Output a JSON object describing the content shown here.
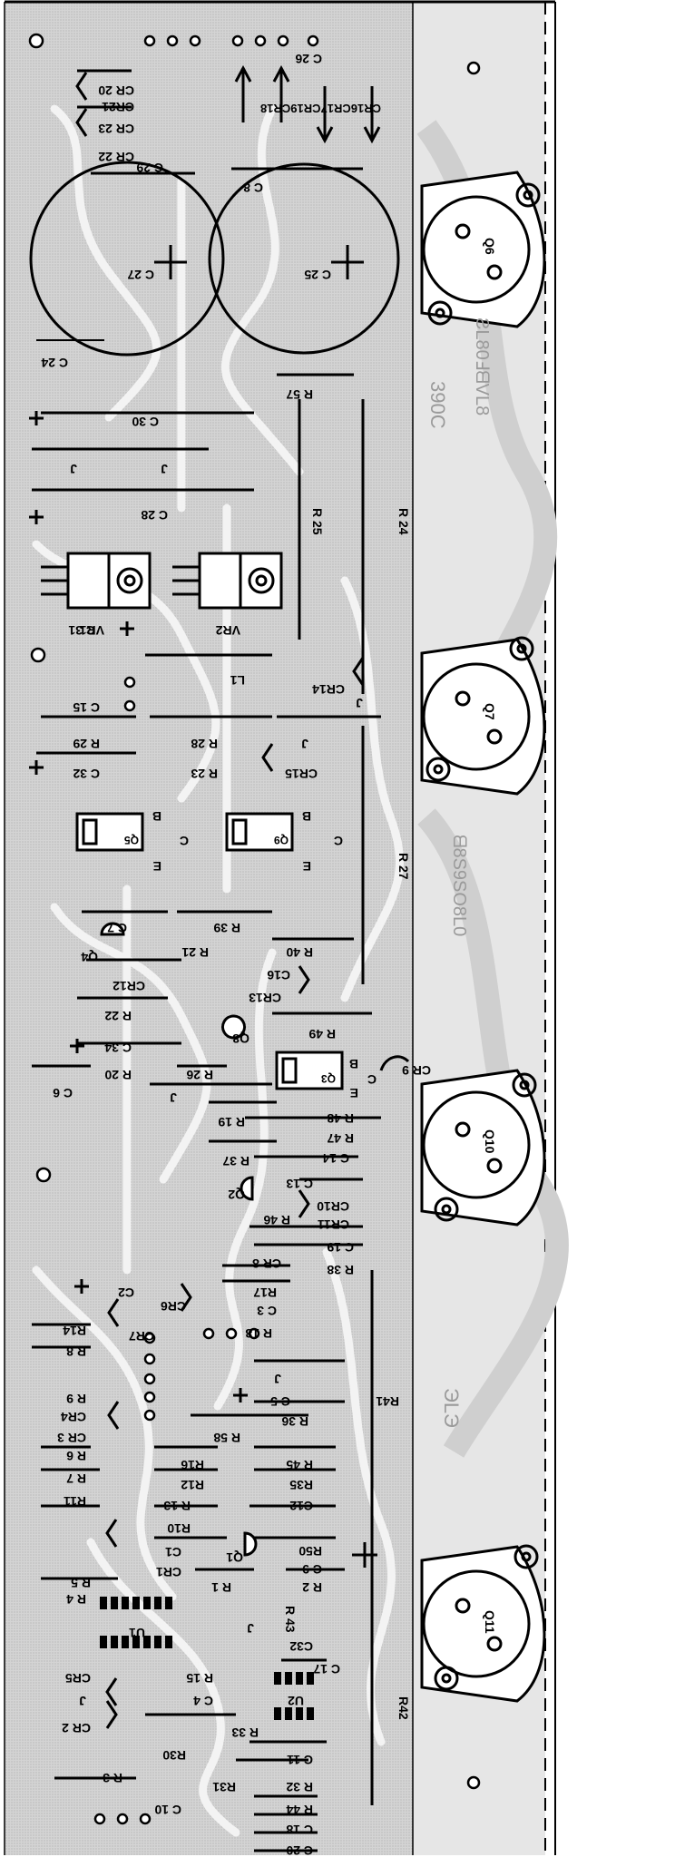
{
  "board": {
    "labels": {
      "c26": "C 26",
      "c20_top": "CR 20",
      "cr21": "CR21",
      "cr23": "CR 23",
      "cr22": "CR 22",
      "cr16cr17cr19cr18": "CR16CR17CR19CR18",
      "c29": "C 29",
      "c8": "C 8",
      "c27": "C 27",
      "c25": "C 25",
      "c24": "C 24",
      "r57": "R 57",
      "c30": "C 30",
      "j1": "J",
      "j2": "J",
      "c28": "C 28",
      "r25": "R 25",
      "r24": "R 24",
      "vr1": "VR1",
      "vr2": "VR2",
      "c31": "C 31",
      "l1": "L1",
      "cr14": "CR14",
      "j3": "J",
      "c15": "C 15",
      "r29": "R 29",
      "r28": "R 28",
      "j4": "J",
      "c32": "C 32",
      "r23": "R 23",
      "cr15": "CR15",
      "q5": "Q5",
      "q6box": "Q9",
      "b1": "B",
      "b2": "B",
      "e1": "E",
      "e2": "E",
      "c_lead1": "C",
      "c_lead2": "C",
      "r27": "R 27",
      "c7": "C 7",
      "r39": "R 39",
      "q4": "Q4",
      "r21": "R 21",
      "r40": "R 40",
      "cr12": "CR12",
      "c16": "C16",
      "cr13": "CR13",
      "r22": "R 22",
      "q8": "Q8",
      "r49": "R 49",
      "c34": "C 34",
      "q3": "Q3",
      "b3": "B",
      "c3lead": "C",
      "cr9": "CR 9",
      "e3": "E",
      "r20": "R 20",
      "r26": "R 26",
      "c6": "C 6",
      "j5": "J",
      "r19": "R 19",
      "r48": "R 48",
      "r47": "R 47",
      "r37": "R 37",
      "c14": "C 14",
      "q2": "Q2",
      "c13": "C 13",
      "cr10": "CR10",
      "cr11": "CR11",
      "r46": "R 46",
      "c19": "C 19",
      "cr8": "CR 8",
      "r38": "R 38",
      "c2": "C2",
      "cr6": "CR6",
      "r17": "R17",
      "c3": "C 3",
      "r14": "R14",
      "cr7": "CR7",
      "r18": "R 18",
      "r8": "R 8",
      "j6": "J",
      "r9": "R 9",
      "cr4": "CR4",
      "c5": "C 5",
      "r41": "R41",
      "cr3": "CR 3",
      "r36": "R 36",
      "r58": "R 58",
      "r6": "R 6",
      "r16": "R16",
      "r45": "R 45",
      "r7": "R 7",
      "r12": "R12",
      "r35": "R35",
      "r11": "R11",
      "r13": "R 13",
      "r10": "R10",
      "c12": "C12",
      "q1": "Q1",
      "c1": "C1",
      "cr1": "CR1",
      "r50": "R50",
      "c9": "C 9",
      "r5": "R 5",
      "r1": "R 1",
      "r2": "R 2",
      "r43": "R 43",
      "r4": "R 4",
      "u1": "U1",
      "j7": "J",
      "c32b": "C32",
      "c17": "C 17",
      "cr5": "CR5",
      "r15": "R 15",
      "c4": "C 4",
      "j8": "J",
      "u2": "U2",
      "r42": "R42",
      "cr2": "CR 2",
      "r33": "R 33",
      "r30": "R30",
      "c11": "C 11",
      "r3": "R 3",
      "r31": "R31",
      "r32": "R 32",
      "c10": "C 10",
      "r44": "R 44",
      "c18": "C 18",
      "c20": "C 20",
      "q6": "Q6",
      "q7": "Q7",
      "q10": "Q10",
      "q11": "Q11",
      "silk1": "390C",
      "silk2": "ƧL80ℲᗺVL8",
      "silk3": "ᗺ8S9SO8L0",
      "silk4": "ЭLЭ"
    }
  }
}
